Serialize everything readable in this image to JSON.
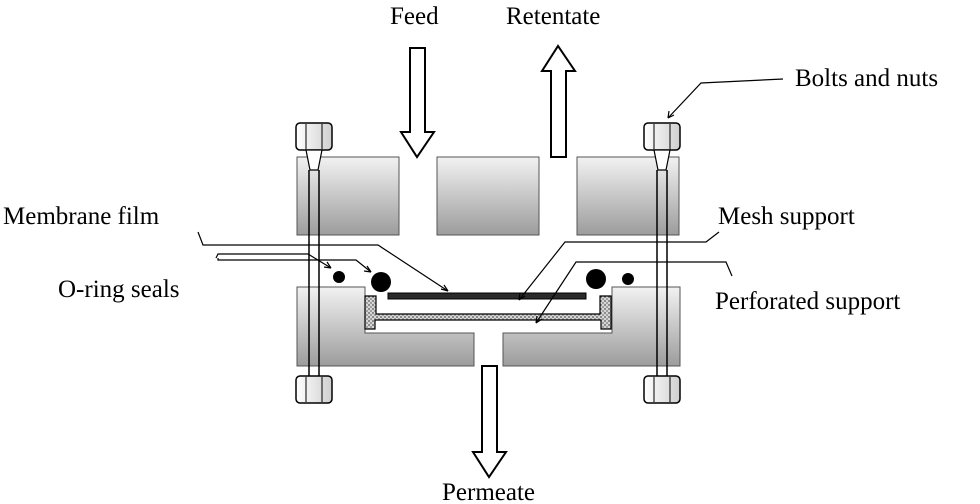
{
  "labels": {
    "feed": "Feed",
    "retentate": "Retentate",
    "bolts_and_nuts": "Bolts and nuts",
    "membrane_film": "Membrane film",
    "mesh_support": "Mesh support",
    "o_ring_seals": "O-ring seals",
    "perforated_support": "Perforated support",
    "permeate": "Permeate"
  },
  "colors": {
    "block_light": "#e8e8e8",
    "block_dark": "#9a9a9a",
    "stroke": "#000000",
    "membrane": "#2a2a2a",
    "mesh_fill": "#bdbdbd"
  },
  "icons": {
    "feed_arrow": "arrow-down-icon",
    "retentate_arrow": "arrow-up-icon",
    "permeate_arrow": "arrow-down-icon"
  }
}
